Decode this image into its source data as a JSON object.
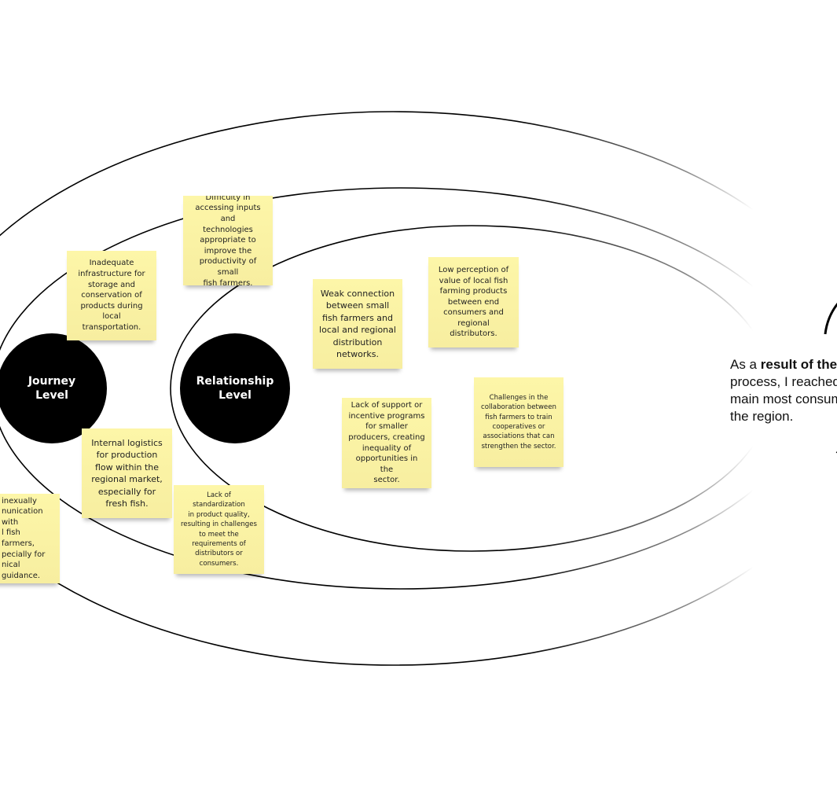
{
  "diagram": {
    "circles": {
      "journey": "Journey\nLevel",
      "relationship": "Relationship\nLevel"
    },
    "notes": {
      "difficulty_inputs": "Difficulty in\naccessing inputs and\ntechnologies\nappropriate to\nimprove the\nproductivity of small\nfish farmers.",
      "inadequate_infrastructure": "Inadequate\ninfrastructure for\nstorage and\nconservation of\nproducts during\nlocal transportation.",
      "internal_logistics": "Internal logistics\nfor production\nflow within the\nregional market,\nespecially for\nfresh fish.",
      "lack_standardization": "Lack of standardization\nin product quality,\nresulting in challenges\nto meet the\nrequirements of\ndistributors or\nconsumers.",
      "communication_partial": "inexually\nnunication with\nl fish farmers,\npecially for\nnical guidance.",
      "weak_connection": "Weak connection\nbetween small\nfish farmers and\nlocal and regional\ndistribution\nnetworks.",
      "low_perception": "Low perception of\nvalue of local fish\nfarming products\nbetween end\nconsumers and\nregional\ndistributors.",
      "lack_support": "Lack of support or\nincentive programs\nfor smaller\nproducers, creating\ninequality of\nopportunities in the\nsector.",
      "challenges_collaboration": "Challenges in the\ncollaboration between\nfish farmers to train\ncooperatives or\nassociations that can\nstrengthen the sector."
    }
  },
  "side_text": {
    "line1_prefix": "As a ",
    "line1_bold": "result of the",
    "line2": "process, I reached",
    "line3": "main most consum",
    "line4": "the region."
  }
}
